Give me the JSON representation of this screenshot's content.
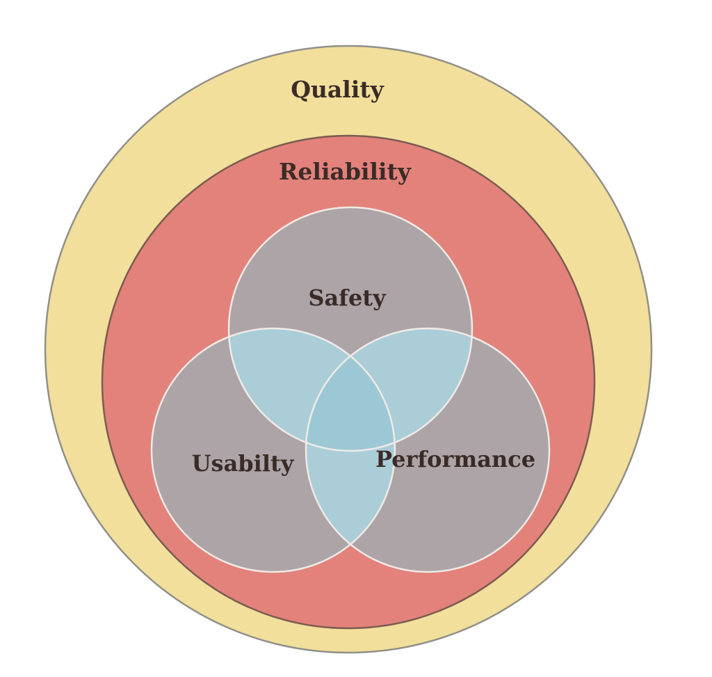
{
  "diagram": {
    "type": "nested-venn",
    "background": "#ffffff",
    "text_color": "#3B2B27",
    "rings": {
      "quality": {
        "label": "Quality",
        "fill": "#F1DF9B",
        "stroke": "#918F89"
      },
      "reliability": {
        "label": "Reliability",
        "fill": "#E2827B",
        "stroke": "#7C5B50"
      }
    },
    "venn_circles": {
      "safety": {
        "label": "Safety",
        "fill": "#ACA4A7",
        "stroke": "#F0EAE5"
      },
      "usability": {
        "label": "Usabilty",
        "fill": "#ACA4A7",
        "stroke": "#F0EAE5"
      },
      "performance": {
        "label": "Performance",
        "fill": "#ACA4A7",
        "stroke": "#F0EAE5"
      }
    },
    "overlaps": {
      "pairwise_fill": "#AACDD8",
      "triple_fill": "#9CC8D5"
    }
  }
}
